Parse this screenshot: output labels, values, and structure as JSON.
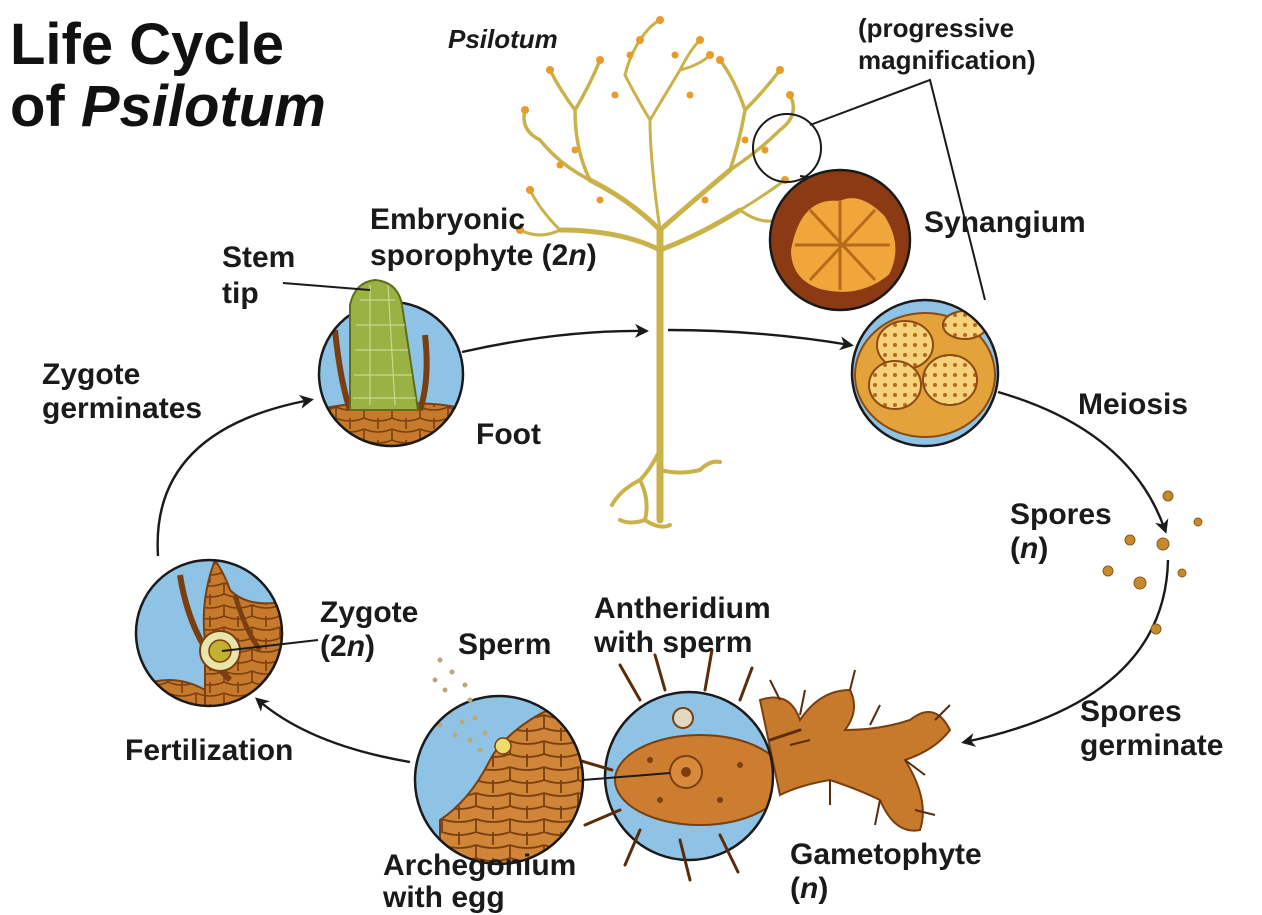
{
  "title": {
    "line1": "Life Cycle",
    "line2_prefix": "of ",
    "line2_italic": "Psilotum"
  },
  "labels": {
    "psilotum": "Psilotum",
    "magnification": [
      "(progressive",
      "magnification)"
    ],
    "synangium": "Synangium",
    "meiosis": "Meiosis",
    "spores": {
      "word": "Spores",
      "open": "(",
      "ploidy": "n",
      "close": ")"
    },
    "spores_germinate": [
      "Spores",
      "germinate"
    ],
    "gametophyte": {
      "word": "Gametophyte",
      "open": "(",
      "ploidy": "n",
      "close": ")"
    },
    "antheridium": [
      "Antheridium",
      "with sperm"
    ],
    "sperm": "Sperm",
    "archegonium": [
      "Archegonium",
      "with egg"
    ],
    "fertilization": "Fertilization",
    "zygote": {
      "word": "Zygote",
      "open": "(2",
      "ploidy": "n",
      "close": ")"
    },
    "zygote_germinates": [
      "Zygote",
      "germinates"
    ],
    "stem_tip": [
      "Stem",
      "tip"
    ],
    "embryonic": {
      "line1": "Embryonic",
      "line2": "sporophyte (2",
      "ploidy": "n",
      "close": ")"
    },
    "foot": "Foot"
  },
  "colors": {
    "water_blue": "#8ec3e6",
    "cell_orange": "#c77a2c",
    "cell_line": "#7a3f10",
    "plant_stem": "#c9b24a",
    "sporangia_orange": "#e89a2a",
    "synangium_fill": "#f4c25a",
    "arrow": "#1a1a1a"
  }
}
